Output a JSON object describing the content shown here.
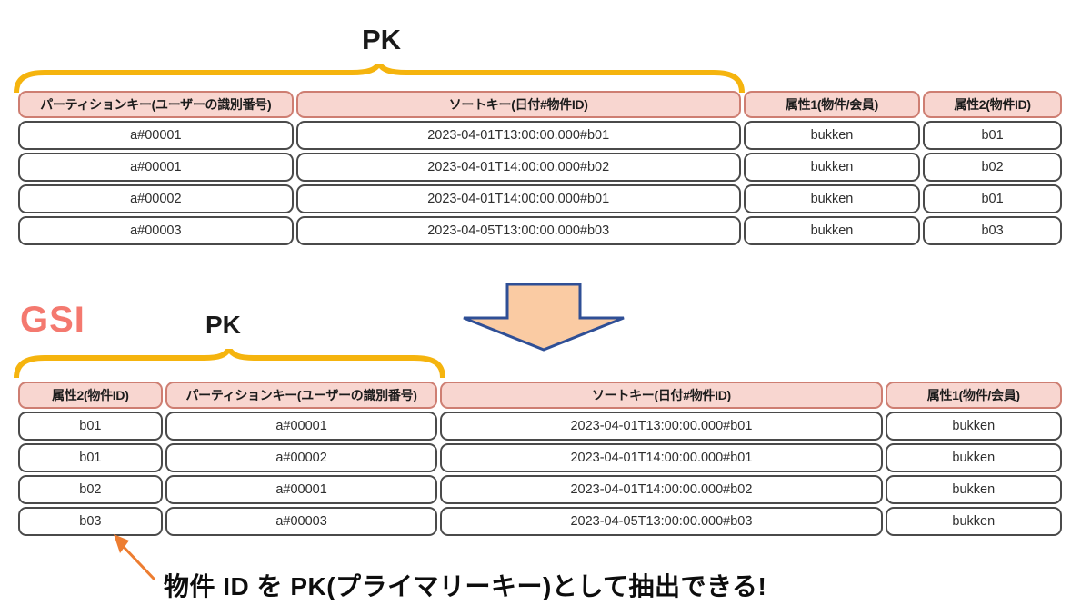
{
  "diagram": {
    "pk_label_top": "PK",
    "gsi_label": "GSI",
    "pk_label_gsi": "PK",
    "annotation": "物件 ID を PK(プライマリーキー)として抽出できる!",
    "base_table": {
      "headers": [
        "パーティションキー(ユーザーの識別番号)",
        "ソートキー(日付#物件ID)",
        "属性1(物件/会員)",
        "属性2(物件ID)"
      ],
      "rows": [
        [
          "a#00001",
          "2023-04-01T13:00:00.000#b01",
          "bukken",
          "b01"
        ],
        [
          "a#00001",
          "2023-04-01T14:00:00.000#b02",
          "bukken",
          "b02"
        ],
        [
          "a#00002",
          "2023-04-01T14:00:00.000#b01",
          "bukken",
          "b01"
        ],
        [
          "a#00003",
          "2023-04-05T13:00:00.000#b03",
          "bukken",
          "b03"
        ]
      ]
    },
    "gsi_table": {
      "headers": [
        "属性2(物件ID)",
        "パーティションキー(ユーザーの識別番号)",
        "ソートキー(日付#物件ID)",
        "属性1(物件/会員)"
      ],
      "rows": [
        [
          "b01",
          "a#00001",
          "2023-04-01T13:00:00.000#b01",
          "bukken"
        ],
        [
          "b01",
          "a#00002",
          "2023-04-01T14:00:00.000#b01",
          "bukken"
        ],
        [
          "b02",
          "a#00001",
          "2023-04-01T14:00:00.000#b02",
          "bukken"
        ],
        [
          "b03",
          "a#00003",
          "2023-04-05T13:00:00.000#b03",
          "bukken"
        ]
      ]
    },
    "colors": {
      "brace_gold": "#F5B40E",
      "gsi_coral": "#F4796F",
      "header_fill": "#F8D6D0",
      "header_border": "#CE7E72",
      "cell_border": "#4A4A4A",
      "arrow_fill": "#FACBA3",
      "arrow_border": "#2F4F96",
      "pointer_orange": "#ED7D31"
    }
  }
}
